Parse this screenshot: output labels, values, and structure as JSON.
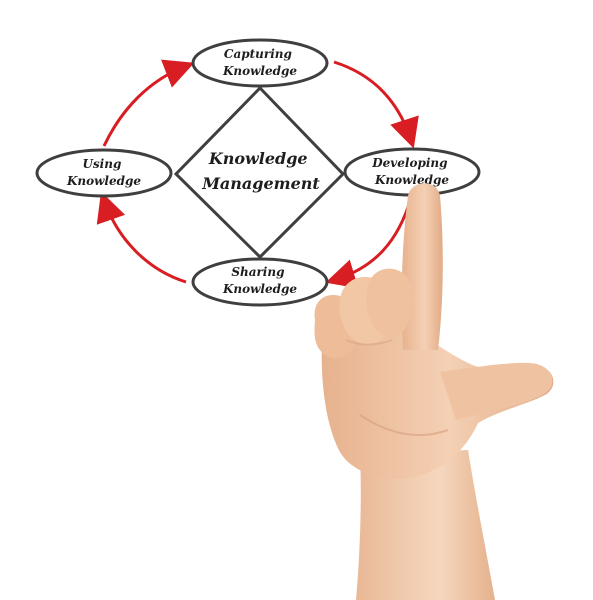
{
  "diagram": {
    "center": {
      "line1": "Knowledge",
      "line2": "Management"
    },
    "nodes": {
      "capturing": {
        "line1": "Capturing",
        "line2": "Knowledge"
      },
      "developing": {
        "line1": "Developing",
        "line2": "Knowledge"
      },
      "sharing": {
        "line1": "Sharing",
        "line2": "Knowledge"
      },
      "using": {
        "line1": "Using",
        "line2": "Knowledge"
      }
    },
    "colors": {
      "outline": "#3f3f3f",
      "arrow": "#d81e22",
      "skin": "#f0c6a5",
      "background": "#ffffff"
    }
  }
}
